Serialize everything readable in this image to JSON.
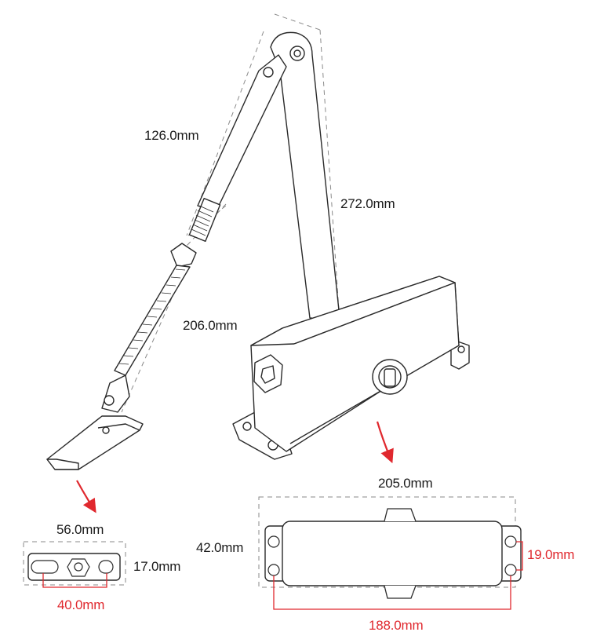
{
  "dimensions": {
    "upper_arm": "126.0mm",
    "main_arm": "272.0mm",
    "lower_rod": "206.0mm",
    "body_length": "205.0mm",
    "body_height": "42.0mm",
    "body_hole_spacing_vertical": "19.0mm",
    "body_hole_spacing_horizontal": "188.0mm",
    "bracket_length": "56.0mm",
    "bracket_height": "17.0mm",
    "bracket_hole_spacing": "40.0mm"
  },
  "colors": {
    "line": "#2a2a2a",
    "dimension_dash": "#8a8a8a",
    "accent_red": "#e0282e"
  }
}
